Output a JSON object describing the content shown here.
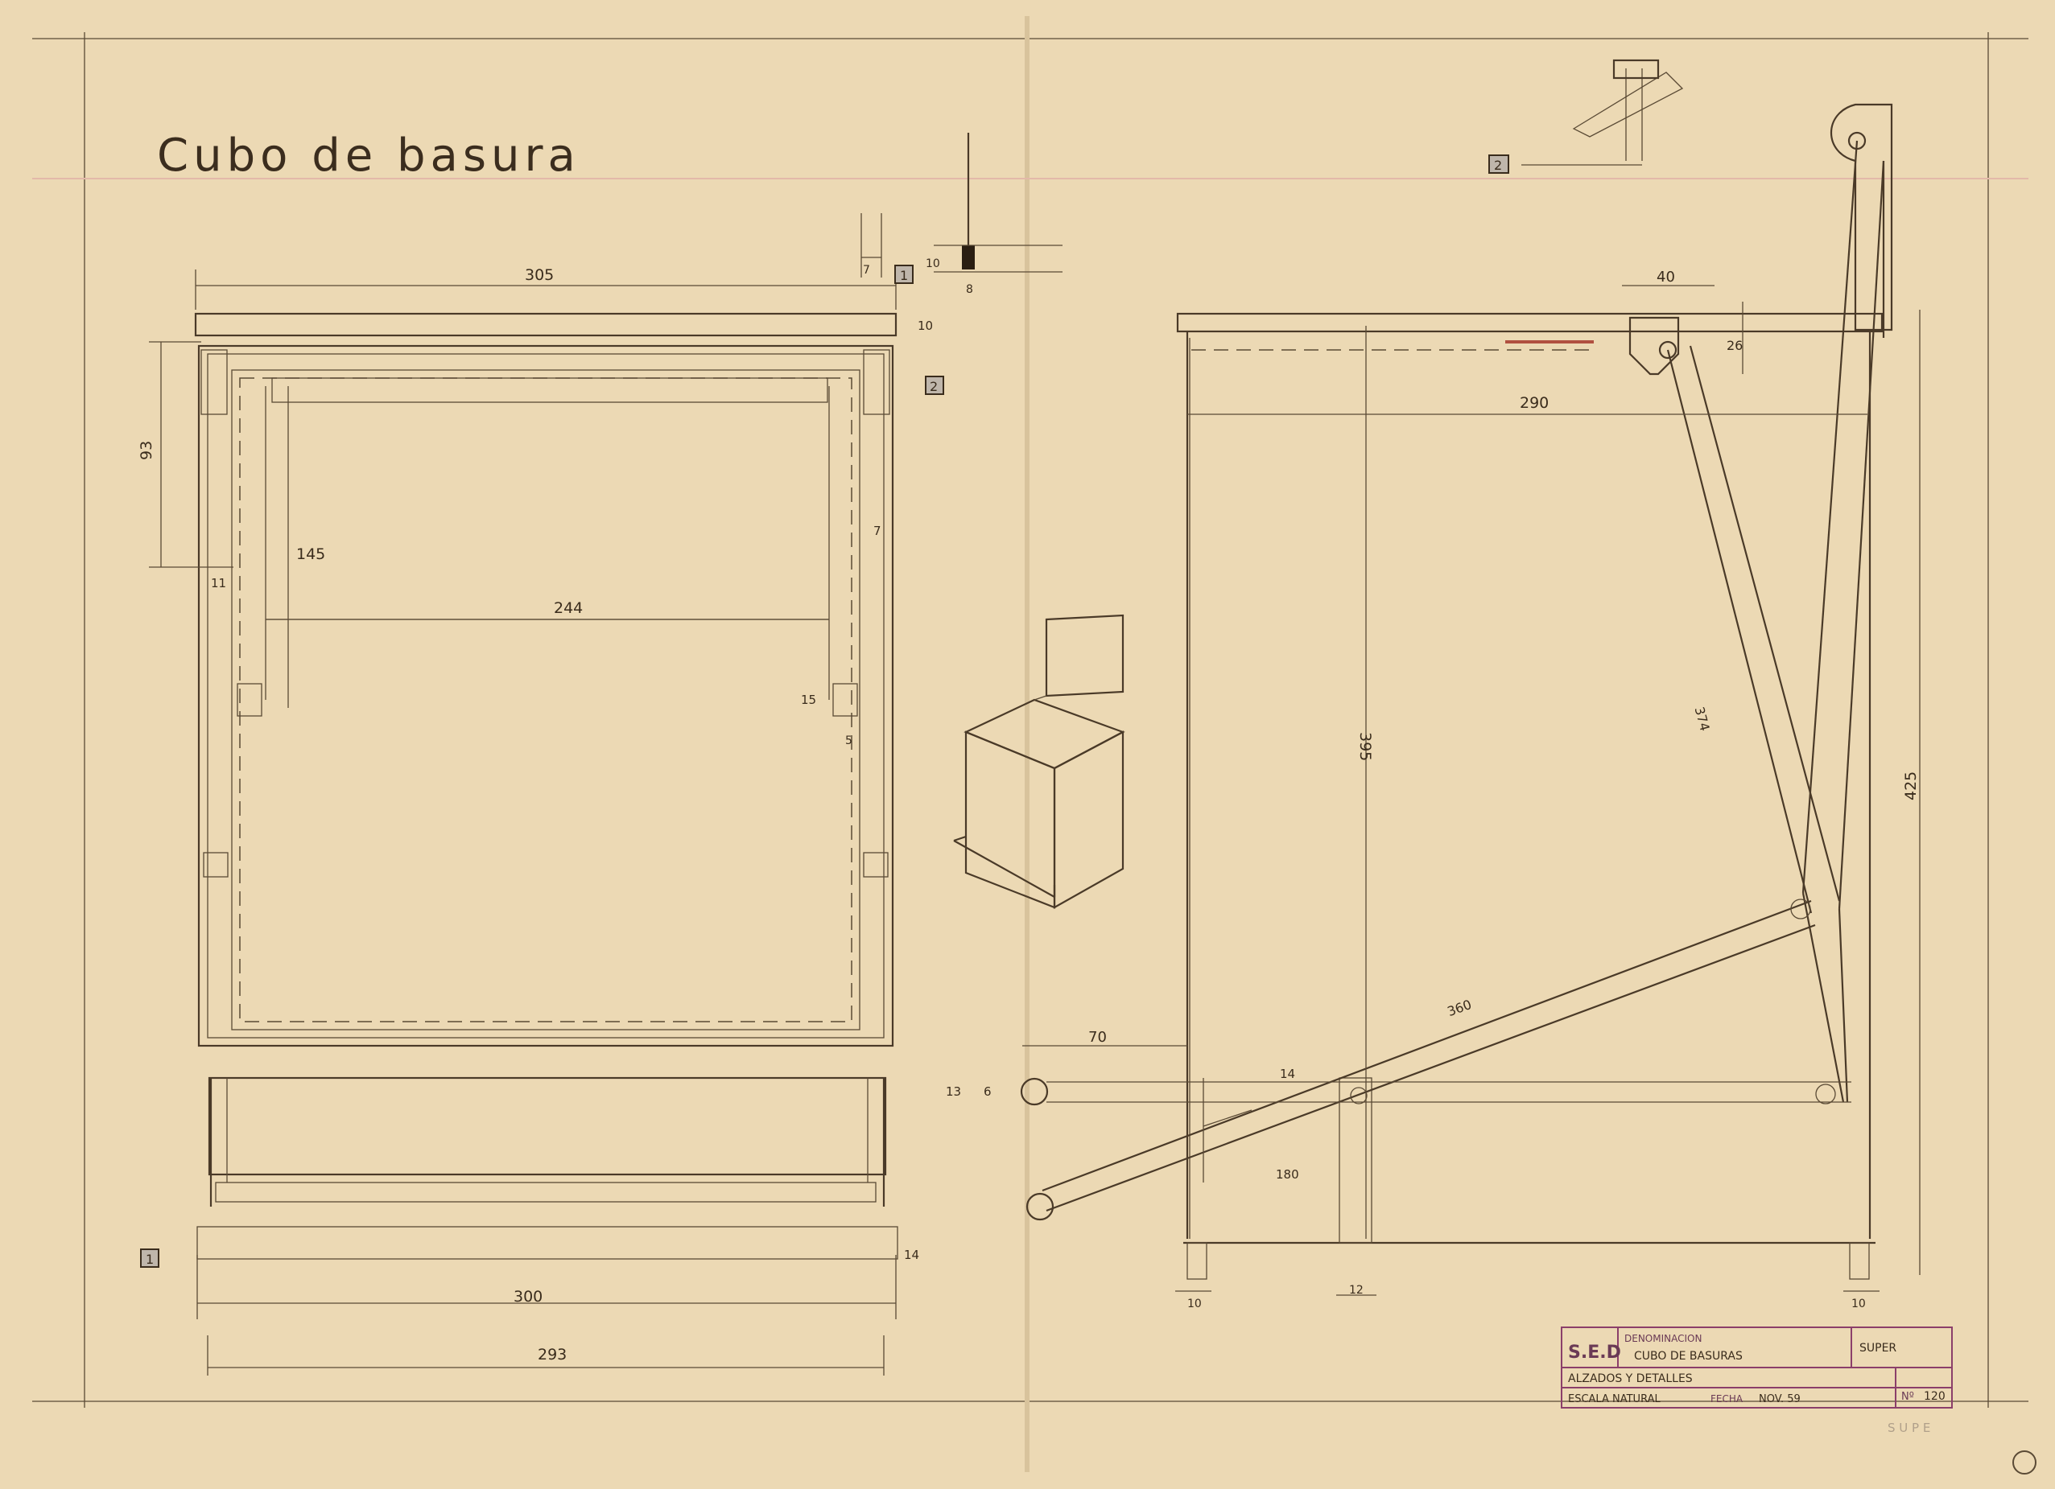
{
  "drawing": {
    "title": "Cubo de basura",
    "section_markers": [
      "1",
      "2"
    ],
    "dimensions": {
      "front_top_width": "305",
      "front_bottom_width": "300",
      "front_base_width": "293",
      "inner_width": "244",
      "inner_height": "145",
      "side_height_top": "93",
      "front_small_11": "11",
      "front_small_7": "7",
      "front_small_10": "10",
      "front_small_15": "15",
      "front_small_5": "5",
      "front_small_14": "14",
      "detail_10": "10",
      "detail_7": "7",
      "detail_8": "8",
      "side_top_width": "40",
      "side_top_offset": "26",
      "side_inner_width": "290",
      "side_height": "395",
      "side_total_height": "425",
      "diagonal_length": "374",
      "lever_length": "360",
      "lever_offset": "70",
      "lever_small_13": "13",
      "lever_small_6": "6",
      "lever_small_14": "14",
      "lever_180": "180",
      "foot_left": "10",
      "foot_mid": "12",
      "foot_right": "10"
    },
    "title_block": {
      "logo": "S.E.D",
      "denominacion_label": "DENOMINACION",
      "denominacion": "CUBO DE BASURAS",
      "project": "SUPER",
      "description": "ALZADOS Y DETALLES",
      "scale": "ESCALA NATURAL",
      "date_label": "FECHA",
      "date": "NOV. 59",
      "number_label": "Nº",
      "number": "120"
    },
    "pencil_note": "S U P E"
  },
  "colors": {
    "paper": "#ecd9b4",
    "ink": "#4a3a28",
    "stamp": "#8b3f6a"
  }
}
